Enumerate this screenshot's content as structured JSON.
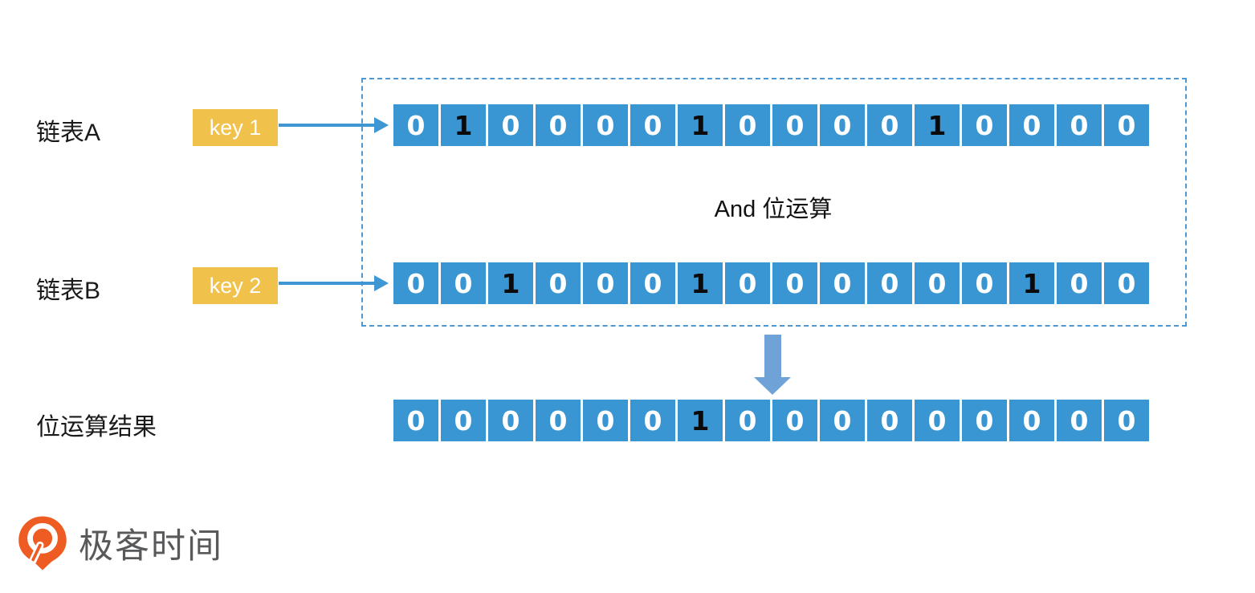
{
  "colors": {
    "cell_blue": "#3A96D2",
    "bit_zero_color": "#FFFFFF",
    "bit_one_color": "#0A0A0A",
    "key_yellow": "#F0C24C",
    "arrow_blue": "#3E97D2",
    "big_arrow_blue": "#6FA3D8",
    "dotted_border": "#4E97D0",
    "logo_orange": "#EE5B23",
    "logo_text_color": "#58595B"
  },
  "diagram": {
    "operation_label": "And 位运算",
    "rows": [
      {
        "label": "链表A",
        "key": "key 1",
        "bits": [
          "0",
          "1",
          "0",
          "0",
          "0",
          "0",
          "1",
          "0",
          "0",
          "0",
          "0",
          "1",
          "0",
          "0",
          "0",
          "0"
        ]
      },
      {
        "label": "链表B",
        "key": "key 2",
        "bits": [
          "0",
          "0",
          "1",
          "0",
          "0",
          "0",
          "1",
          "0",
          "0",
          "0",
          "0",
          "0",
          "0",
          "1",
          "0",
          "0"
        ]
      }
    ],
    "result_row": {
      "label": "位运算结果",
      "bits": [
        "0",
        "0",
        "0",
        "0",
        "0",
        "0",
        "1",
        "0",
        "0",
        "0",
        "0",
        "0",
        "0",
        "0",
        "0",
        "0"
      ]
    }
  },
  "logo": {
    "text": "极客时间"
  }
}
